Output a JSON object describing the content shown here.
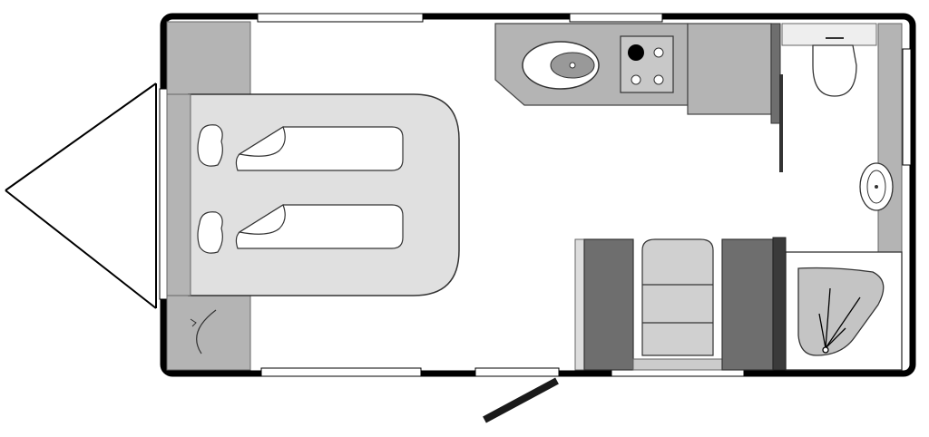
{
  "diagram": {
    "type": "caravan-floor-plan",
    "colors": {
      "background": "#ffffff",
      "wall": "#000000",
      "cabinet": "#b4b4b4",
      "bed": "#e0e0e0",
      "seat": "#6e6e6e",
      "table": "#d0d0d0",
      "fixture": "#eeeeee",
      "shower_tray": "#c4c4c4",
      "door": "#1a1a1a",
      "line": "#222222"
    },
    "rooms": [
      {
        "name": "front-bedroom",
        "features": [
          "twin-beds",
          "two-pillows",
          "two-wardrobes"
        ]
      },
      {
        "name": "kitchen",
        "features": [
          "sink",
          "four-burner-hob"
        ]
      },
      {
        "name": "dinette",
        "features": [
          "two-bench-seats",
          "table"
        ]
      },
      {
        "name": "washroom",
        "features": [
          "toilet",
          "washbasin",
          "shower"
        ]
      }
    ],
    "windows_count": 6,
    "entrance": "side-door"
  }
}
